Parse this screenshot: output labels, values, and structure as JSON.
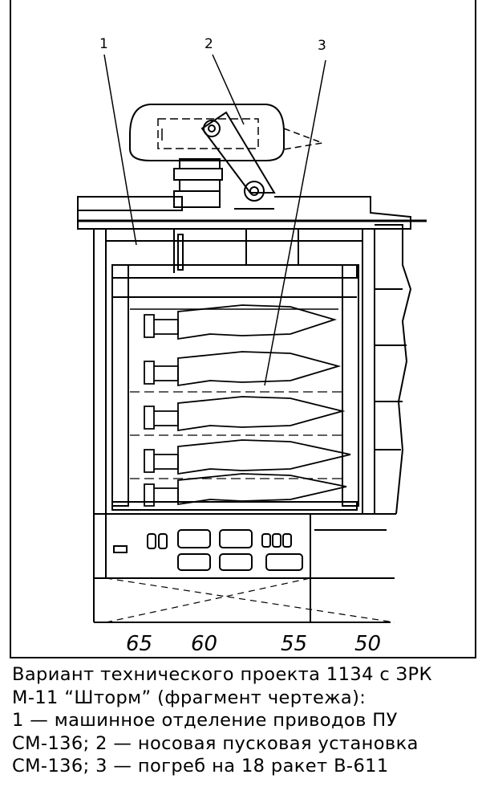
{
  "callouts": [
    "1",
    "2",
    "3"
  ],
  "frame_numbers": [
    "65",
    "60",
    "55",
    "50"
  ],
  "caption": {
    "lines": [
      "Вариант технического проекта 1134 с ЗРК",
      "М-11 “Шторм” (фрагмент чертежа):",
      "1 — машинное отделение приводов ПУ",
      "СМ-136; 2 — носовая пусковая установка",
      "СМ-136; 3 — погреб на 18 ракет В-611"
    ]
  }
}
